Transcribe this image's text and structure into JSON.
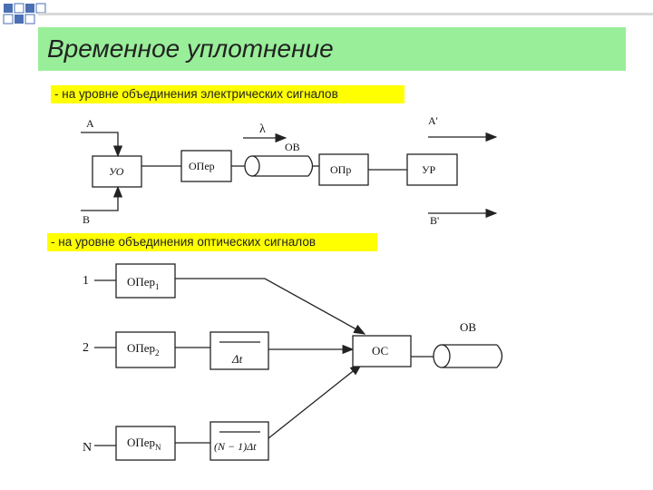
{
  "title": "Временное уплотнение",
  "caption_electrical": "- на уровне объединения электрических сигналов",
  "caption_optical": "- на уровне объединения оптических сигналов",
  "top_diagram": {
    "input_a": "A",
    "input_b": "B",
    "output_a": "A'",
    "output_b": "B'",
    "lambda_label": "λ",
    "fiber_label": "ОВ",
    "blocks": {
      "multiplexer": "УО",
      "transmitter": "ОПер",
      "receiver": "ОПр",
      "demultiplexer": "УР"
    }
  },
  "bottom_diagram": {
    "channel_labels": [
      "1",
      "2",
      "N"
    ],
    "transmitters": [
      {
        "base": "ОПер",
        "sub": "1"
      },
      {
        "base": "ОПер",
        "sub": "2"
      },
      {
        "base": "ОПер",
        "sub": "N"
      }
    ],
    "delay_2": "Δt",
    "delay_n": "(N − 1)Δt",
    "combiner": "ОС",
    "fiber_label": "ОВ"
  },
  "colors": {
    "title_background": "#99ee99",
    "caption_background": "#ffff00",
    "decor_squares": "#4a6fb3"
  }
}
